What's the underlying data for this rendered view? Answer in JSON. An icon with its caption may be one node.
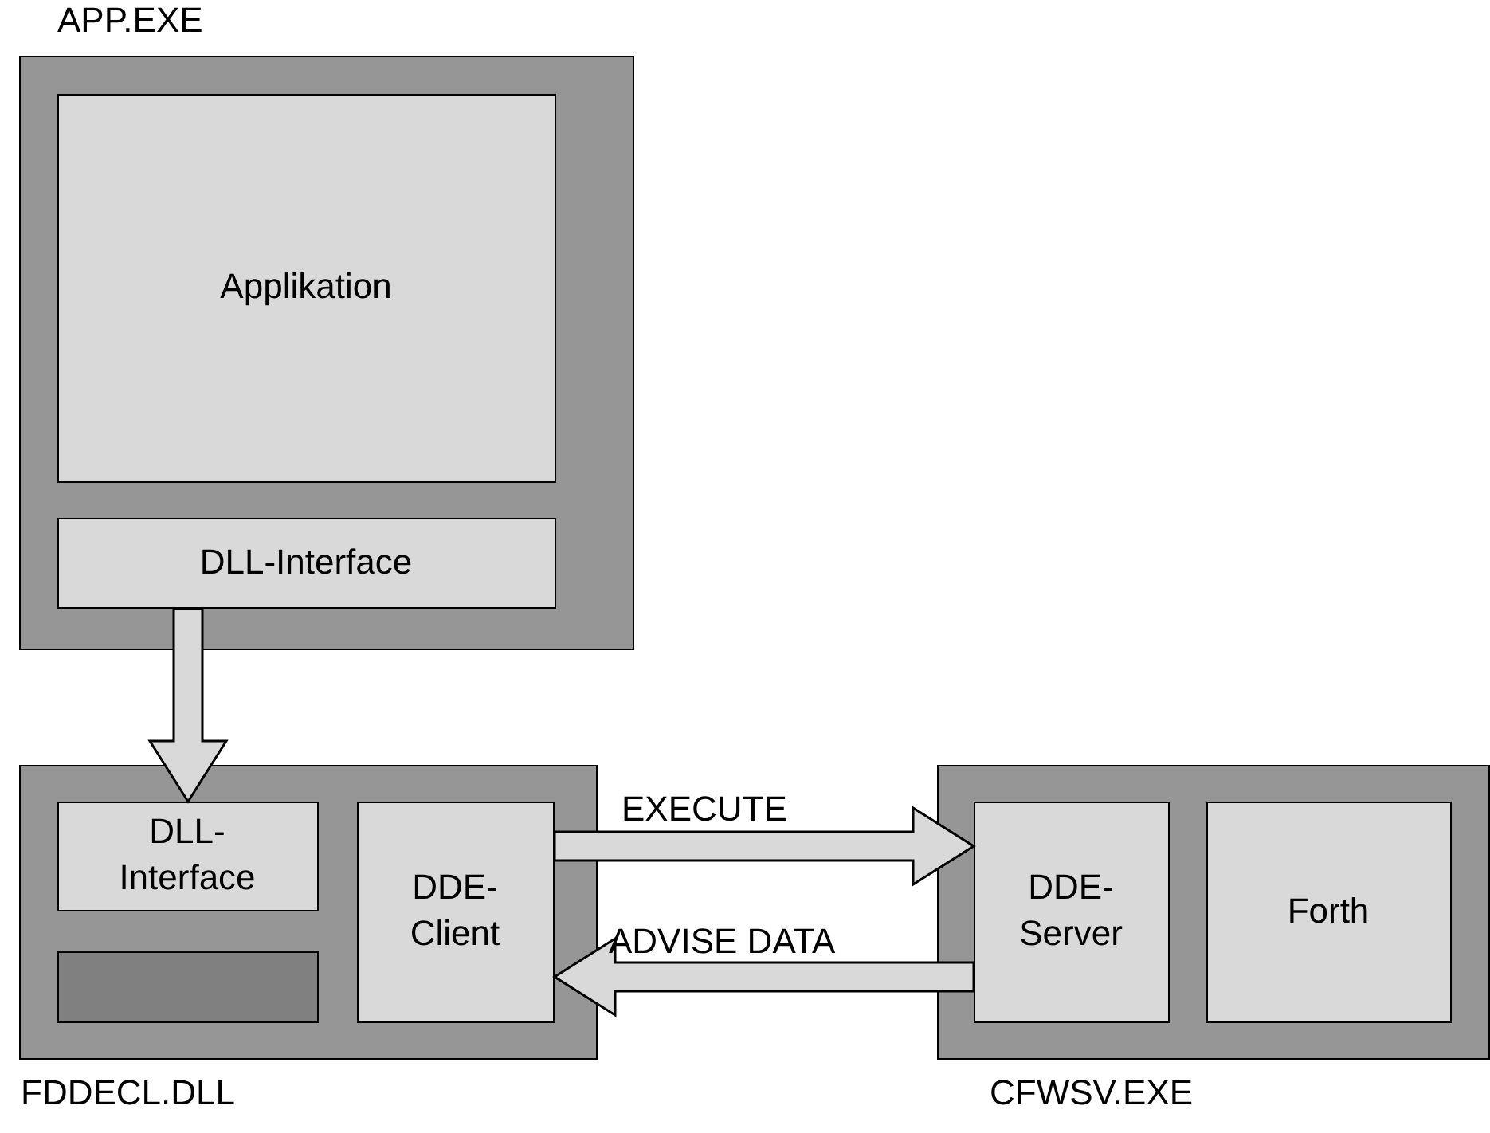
{
  "diagram": {
    "nodes": [
      {
        "text": [
          "APP.EXE"
        ]
      },
      {
        "text": [
          "Applikation"
        ],
        "in": 0
      },
      {
        "text": [
          "DLL-Interface"
        ],
        "in": 0
      },
      {
        "text": [
          "FDDECL.DLL"
        ]
      },
      {
        "text": [
          "DLL- Interface"
        ],
        "in": 3
      },
      {
        "text": [],
        "shape": "box",
        "in": 3
      },
      {
        "text": [
          "DDE- Client"
        ],
        "in": 3
      },
      {
        "text": [
          "CFWSV.EXE"
        ]
      },
      {
        "text": [
          "DDE- Server"
        ],
        "in": 7
      },
      {
        "text": [
          "Forth"
        ],
        "in": 7
      }
    ],
    "edges": [
      {
        "from": 2,
        "to": 4,
        "arrow": "to"
      },
      {
        "from": 6,
        "to": 8,
        "arrow": "to",
        "label": "EXECUTE"
      },
      {
        "from": 8,
        "to": 6,
        "arrow": "to",
        "label": "ADVISE DATA"
      }
    ]
  }
}
